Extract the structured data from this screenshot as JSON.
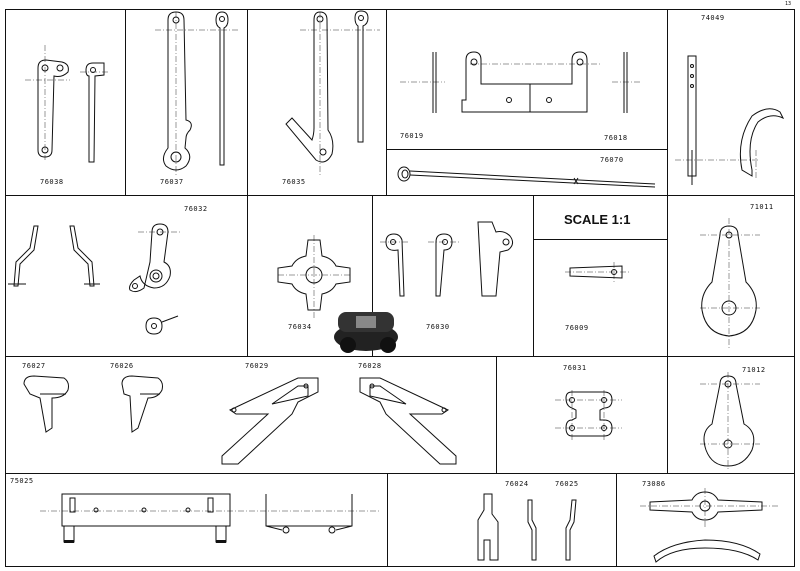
{
  "page_number": "13",
  "scale_label": "SCALE 1:1",
  "parts": {
    "p76038": "76038",
    "p76037": "76037",
    "p76035": "76035",
    "p76019": "76019",
    "p76018": "76018",
    "p76070": "76070",
    "p74049": "74049",
    "p76032": "76032",
    "p76034": "76034",
    "p76030": "76030",
    "p76009": "76009",
    "p71011": "71011",
    "p76027": "76027",
    "p76026": "76026",
    "p76029": "76029",
    "p76028": "76028",
    "p76031": "76031",
    "p71012": "71012",
    "p75025": "75025",
    "p76024": "76024",
    "p76025": "76025",
    "p73086": "73086"
  },
  "icons": [
    "car-logo-icon"
  ]
}
